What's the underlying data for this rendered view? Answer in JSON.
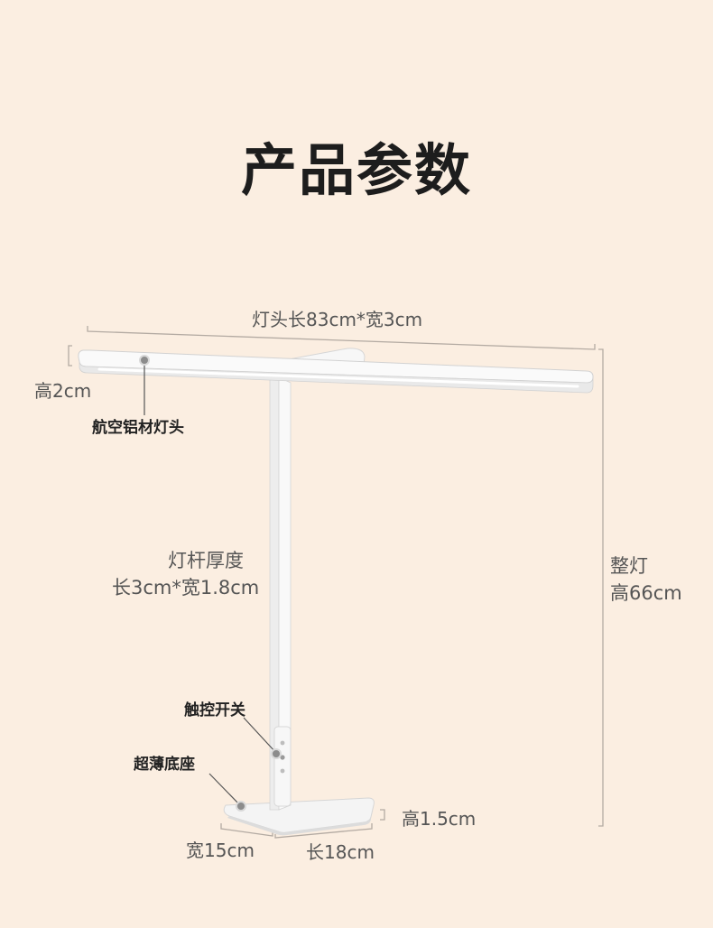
{
  "title": "产品参数",
  "labels": {
    "head_size": "灯头长83cm*宽3cm",
    "head_height": "高2cm",
    "head_material": "航空铝材灯头",
    "pole_thickness_line1": "灯杆厚度",
    "pole_thickness_line2": "长3cm*宽1.8cm",
    "total_line1": "整灯",
    "total_line2": "高66cm",
    "touch_switch": "触控开关",
    "thin_base": "超薄底座",
    "base_height": "高1.5cm",
    "base_width": "宽15cm",
    "base_length": "长18cm"
  },
  "colors": {
    "background": "#fbeee1",
    "lamp": "#f5f5f5",
    "guide": "#b3aaa2",
    "dot": "#8c8c8c"
  }
}
